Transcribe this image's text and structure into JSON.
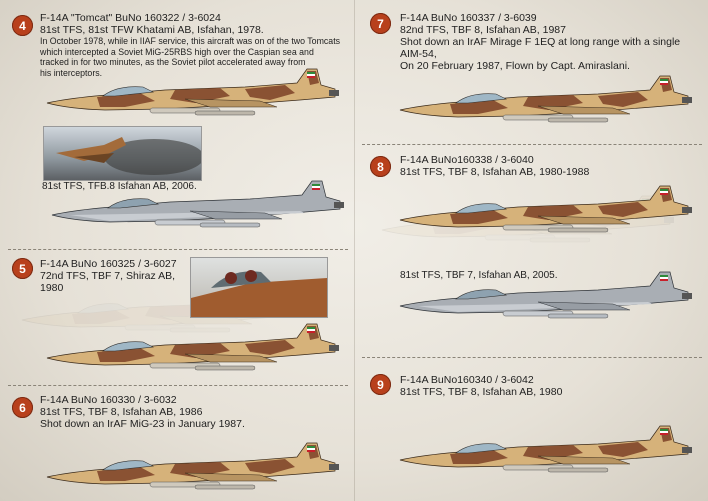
{
  "sections": [
    {
      "num": "4",
      "lines": [
        "F-14A \"Tomcat\" BuNo 160322 / 3-6024",
        "81st TFS, 81st TFW Khatami AB, Isfahan, 1978."
      ],
      "note": [
        "In October 1978, while in IIAF service, this aircraft was on of the two Tomcats",
        "which intercepted a Soviet MiG-25RBS high over the Caspian sea and",
        "tracked in for two minutes, as the Soviet pilot accelerated away from",
        "his interceptors."
      ]
    },
    {
      "caption": "81st TFS, TFB.8 Isfahan AB, 2006."
    },
    {
      "num": "5",
      "lines": [
        "F-14A BuNo 160325 / 3-6027",
        "72nd TFS, TBF 7, Shiraz AB, 1980"
      ]
    },
    {
      "num": "6",
      "lines": [
        "F-14A BuNo 160330 / 3-6032",
        "81st TFS, TBF 8, Isfahan AB, 1986",
        "Shot down an IrAF MiG-23 in January 1987."
      ]
    },
    {
      "num": "7",
      "lines": [
        "F-14A BuNo 160337 / 3-6039",
        "82nd TFS, TBF 8, Isfahan AB, 1987",
        "Shot down an IrAF Mirage F 1EQ at long range with a single AIM-54,",
        "On 20 February 1987, Flown by Capt. Amiraslani."
      ]
    },
    {
      "num": "8",
      "lines": [
        "F-14A BuNo160338 / 3-6040",
        "81st TFS, TBF 8, Isfahan AB, 1980-1988"
      ]
    },
    {
      "caption": "81st TFS, TBF 7, Isfahan AB, 2005."
    },
    {
      "num": "9",
      "lines": [
        "F-14A BuNo160340 / 3-6042",
        "81st TFS, TBF 8, Isfahan AB, 1980"
      ]
    }
  ],
  "colors": {
    "tan": "#d6b27a",
    "brown": "#8a5233",
    "dark_brown": "#6b3d24",
    "grey": "#a9aeb4",
    "grey_light": "#c8ccd1",
    "accent": "#b8401c"
  }
}
